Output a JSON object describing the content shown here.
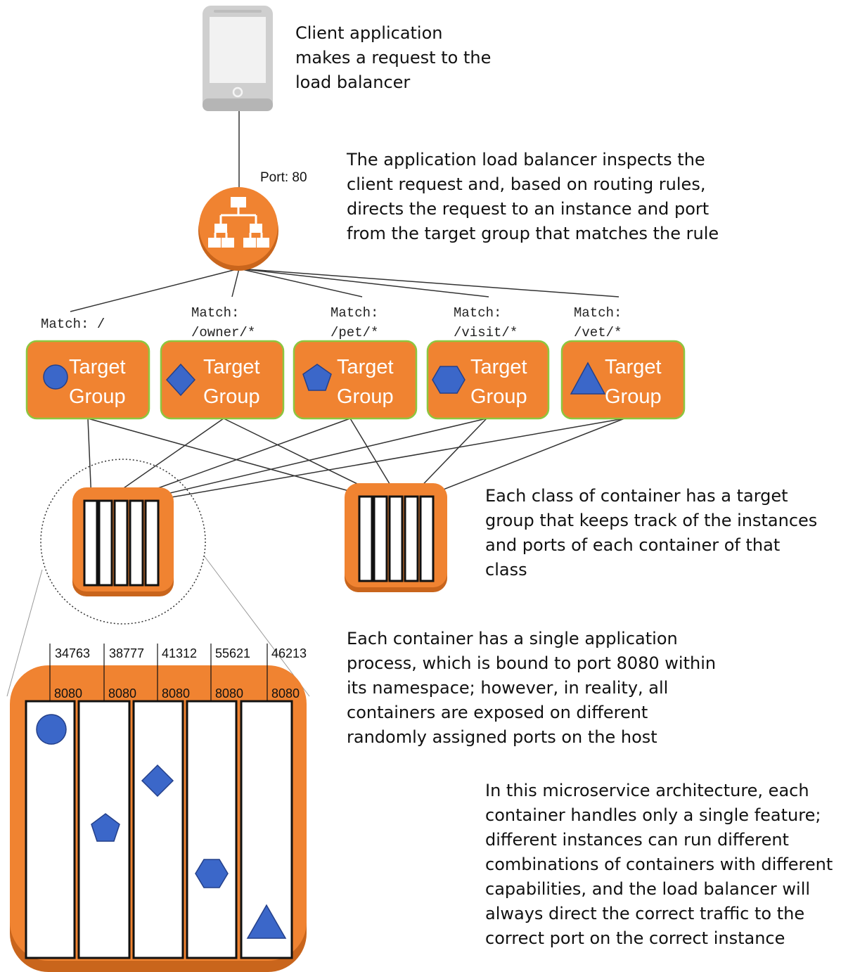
{
  "client_text": [
    "Client application",
    "makes a request to the",
    "load balancer"
  ],
  "alb_port_label": "Port: 80",
  "alb_text": [
    "The application load balancer inspects the",
    "client request and, based on routing rules,",
    "directs the request to an instance and port",
    "from the target group that matches the rule"
  ],
  "target_groups": [
    {
      "match": [
        "Match: /"
      ],
      "label": [
        "Target",
        "Group"
      ],
      "shape": "circle"
    },
    {
      "match": [
        "Match:",
        "/owner/*"
      ],
      "label": [
        "Target",
        "Group"
      ],
      "shape": "diamond"
    },
    {
      "match": [
        "Match:",
        "/pet/*"
      ],
      "label": [
        "Target",
        "Group"
      ],
      "shape": "pentagon"
    },
    {
      "match": [
        "Match:",
        "/visit/*"
      ],
      "label": [
        "Target",
        "Group"
      ],
      "shape": "hexagon"
    },
    {
      "match": [
        "Match:",
        "/vet/*"
      ],
      "label": [
        "Target",
        "Group"
      ],
      "shape": "triangle"
    }
  ],
  "class_text": [
    "Each class of container has a target",
    "group that keeps track of the instances",
    "and ports of each container of that",
    "class"
  ],
  "container_text": [
    "Each container has a single application",
    "process, which is bound to port 8080  within",
    "its namespace; however, in reality, all",
    "containers are exposed on different",
    "randomly assigned ports on the host"
  ],
  "micro_text": [
    "In this microservice architecture, each",
    "container handles only a single feature;",
    "different instances can run different",
    "combinations of containers with different",
    "capabilities, and the load balancer will",
    "always direct the correct traffic to the",
    "correct port on the correct instance"
  ],
  "host_ports": [
    "34763",
    "38777",
    "41312",
    "55621",
    "46213"
  ],
  "container_ports": [
    "8080",
    "8080",
    "8080",
    "8080",
    "8080"
  ],
  "container_shapes": [
    "circle",
    "pentagon",
    "diamond",
    "hexagon",
    "triangle"
  ],
  "colors": {
    "orange": "#f08331",
    "orange_dark": "#c9651c",
    "group_border": "#8dc63f",
    "shape_blue": "#3b67c9",
    "shape_stroke": "#24408a",
    "phone": "#cfcfcf"
  }
}
